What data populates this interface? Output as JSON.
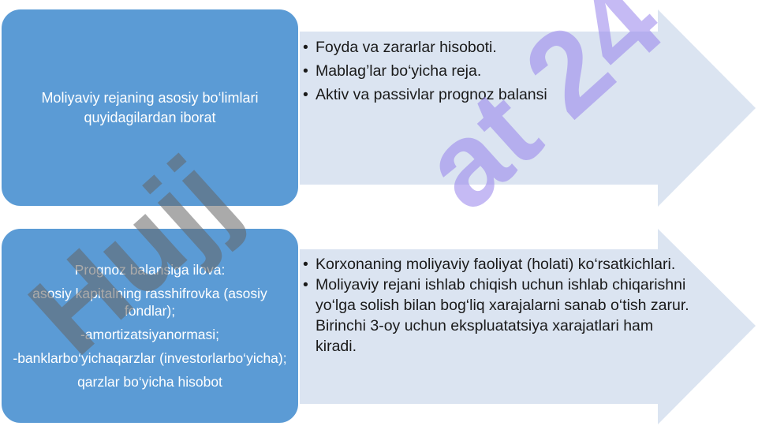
{
  "rows": [
    {
      "box_lines": [
        "Moliyaviy rejaning asosiy bo‘limlari quyidagilardan iborat"
      ],
      "bullets": [
        "Foyda va zararlar hisoboti.",
        "Mablag’lar bo‘yicha reja.",
        "Aktiv va passivlar prognoz balansi"
      ]
    },
    {
      "box_lines": [
        "Prognoz balansiga ilova:",
        "asosiy kapitalning rasshifrovka (asosiy fondlar);",
        "-amortizatsiyanormasi;",
        "-banklarbo‘yichaqarzlar (investorlarbo‘yicha);",
        "qarzlar bo‘yicha hisobot"
      ],
      "bullets": [
        "Korxonaning moliyaviy faoliyat (holati) ko‘rsatkichlari.",
        "Moliyaviy rejani ishlab chiqish uchun ishlab chiqarishni yo‘lga solish bilan bog‘liq xarajalarni sanab o‘tish zarur. Birinchi 3-oy uchun ekspluatatsiya xarajatlari ham kiradi."
      ]
    }
  ],
  "watermark": {
    "grey_text": "Hujj",
    "accent_text": "at 24"
  },
  "colors": {
    "box": "#5b9bd5",
    "arrow": "#dbe4f1",
    "text": "#1a1a1a",
    "watermark_accent": "#9682eb"
  }
}
